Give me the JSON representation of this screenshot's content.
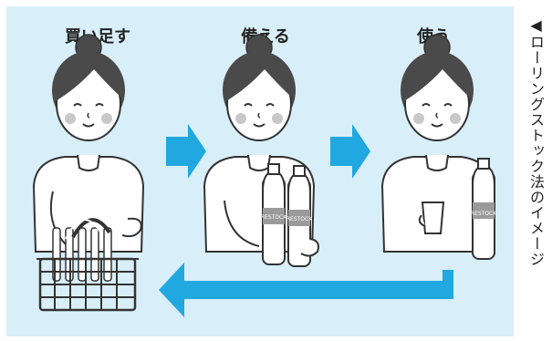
{
  "steps": [
    {
      "label": "買い足す"
    },
    {
      "label": "備える"
    },
    {
      "label": "使う"
    }
  ],
  "side_caption": "◀ローリングストック法のイメージ",
  "bottle_label": "RESTOCK",
  "colors": {
    "panel_bg": "#d8eef8",
    "arrow": "#21a8e0",
    "hair": "#4a4a4a",
    "skin": "#ffffff",
    "outline": "#333333",
    "cheek": "#c8c8c8"
  }
}
